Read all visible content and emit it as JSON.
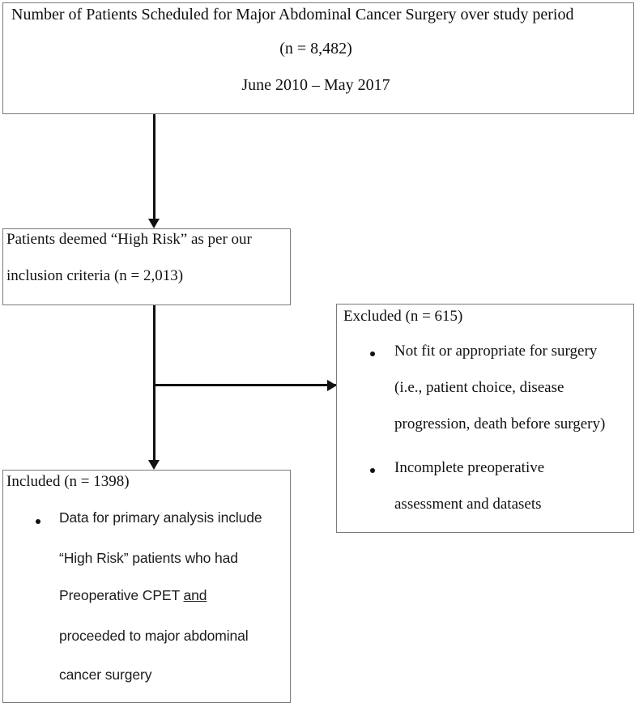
{
  "chart_data": {
    "type": "diagram",
    "title": "CONSORT-style patient flow diagram",
    "nodes": [
      {
        "id": "scheduled",
        "lines": [
          "Number of Patients Scheduled for Major Abdominal Cancer Surgery over study period",
          "(n = 8,482)",
          "June 2010 – May 2017"
        ],
        "n": 8482
      },
      {
        "id": "high_risk",
        "lines": [
          "Patients deemed “High Risk” as per our",
          "inclusion criteria (n = 2,013)"
        ],
        "n": 2013
      },
      {
        "id": "excluded",
        "title": "Excluded (n = 615)",
        "n": 615,
        "bullets": [
          "Not fit or appropriate for surgery (i.e., patient choice, disease progression, death before surgery)",
          "Incomplete preoperative assessment and datasets"
        ]
      },
      {
        "id": "included",
        "title": "Included (n = 1398)",
        "n": 1398,
        "bullets": [
          "Data for primary analysis include “High Risk” patients who had Preoperative CPET and proceeded to major abdominal cancer surgery"
        ]
      }
    ],
    "edges": [
      {
        "from": "scheduled",
        "to": "high_risk",
        "direction": "down"
      },
      {
        "from": "high_risk",
        "to": "included",
        "direction": "down"
      },
      {
        "from": "high_risk",
        "to": "excluded",
        "direction": "right"
      }
    ]
  },
  "box_top": {
    "line1": "Number of Patients Scheduled for Major Abdominal Cancer Surgery over study period",
    "line2": "(n = 8,482)",
    "line3": "June 2010 – May 2017"
  },
  "box_high_risk": {
    "line1": "Patients deemed “High Risk” as per our",
    "line2": "inclusion criteria (n = 2,013)"
  },
  "box_excluded": {
    "title": "Excluded (n = 615)",
    "bullet_lines": [
      "Not fit or appropriate for surgery",
      "(i.e., patient choice, disease",
      "progression, death before surgery)",
      "Incomplete preoperative",
      "assessment and datasets"
    ]
  },
  "box_included": {
    "title": "Included (n = 1398)",
    "bullet_lines": [
      "Data for primary analysis include",
      "“High Risk” patients who had",
      "Preoperative CPET ",
      "and",
      "proceeded to major abdominal",
      "cancer surgery"
    ]
  },
  "colors": {
    "box_border": "#7a7a7a",
    "text": "#111111",
    "connector": "#111111",
    "background": "#ffffff"
  }
}
